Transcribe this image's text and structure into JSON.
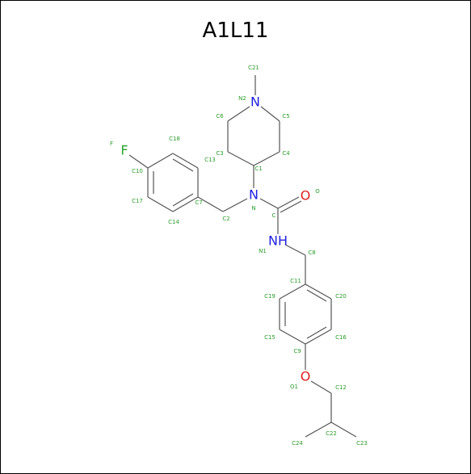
{
  "title": "A1L11",
  "colors": {
    "nitrogen": "#1f1fe0",
    "oxygen": "#e01f1f",
    "fluorine": "#2aa52a",
    "label": "#2a9d2a",
    "bond": "#555555"
  },
  "atom_symbols": {
    "N2": "N",
    "N": "N",
    "NH": "NH",
    "O": "O",
    "O1": "O",
    "F": "F"
  },
  "atom_labels": {
    "C21": "C21",
    "N2": "N2",
    "C6": "C6",
    "C5": "C5",
    "C4": "C4",
    "C3": "C3",
    "C1": "C1",
    "F": "F",
    "C18": "C18",
    "C10": "C10",
    "C13": "C13",
    "C17": "C17",
    "C7": "C7",
    "C14": "C14",
    "C2": "C2",
    "N": "N",
    "C": "C",
    "O": "O",
    "N1": "N1",
    "C8": "C8",
    "C11": "C11",
    "C19": "C19",
    "C20": "C20",
    "C15": "C15",
    "C16": "C16",
    "C9": "C9",
    "O1": "O1",
    "C12": "C12",
    "C22": "C22",
    "C24": "C24",
    "C23": "C23"
  }
}
